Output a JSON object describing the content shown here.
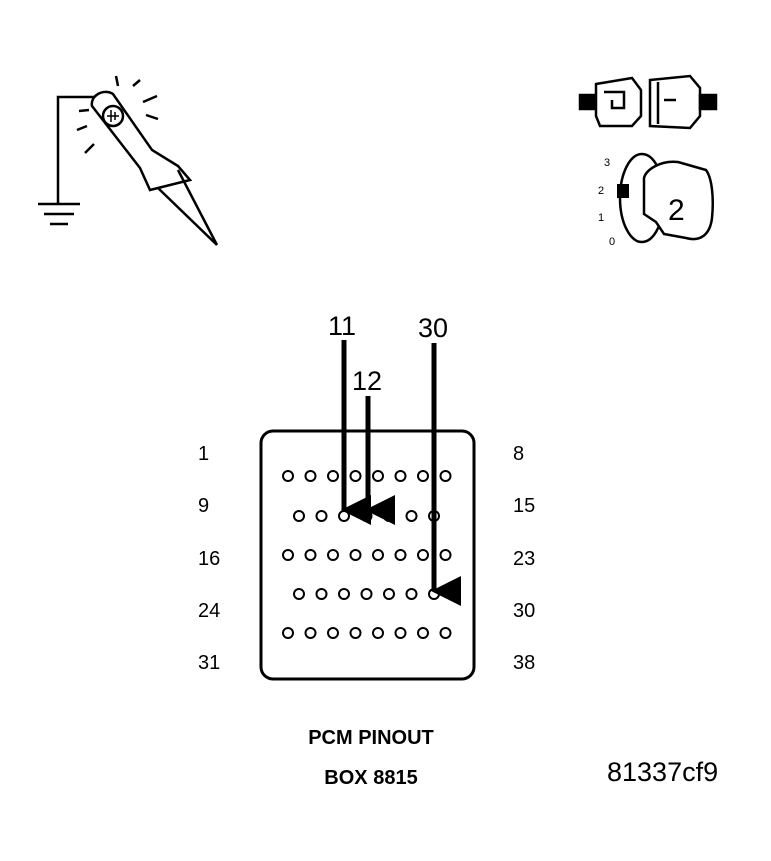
{
  "caption": {
    "line1": "PCM PINOUT",
    "line2": "BOX 8815"
  },
  "figure_id": "81337cf9",
  "ignition_key": {
    "position": "2",
    "scale": [
      "3",
      "2",
      "1",
      "0"
    ]
  },
  "connector": {
    "left_labels": [
      "1",
      "9",
      "16",
      "24",
      "31"
    ],
    "right_labels": [
      "8",
      "15",
      "23",
      "30",
      "38"
    ],
    "pins_per_row": [
      8,
      7,
      8,
      7,
      8
    ]
  },
  "probe_pins": [
    {
      "label": "11"
    },
    {
      "label": "12"
    },
    {
      "label": "30"
    }
  ],
  "icons": {
    "test_light": "test-light-probe-icon",
    "ground": "ground-symbol-icon",
    "connector_plug": "disconnected-connector-icon",
    "ignition": "ignition-switch-key-icon"
  }
}
